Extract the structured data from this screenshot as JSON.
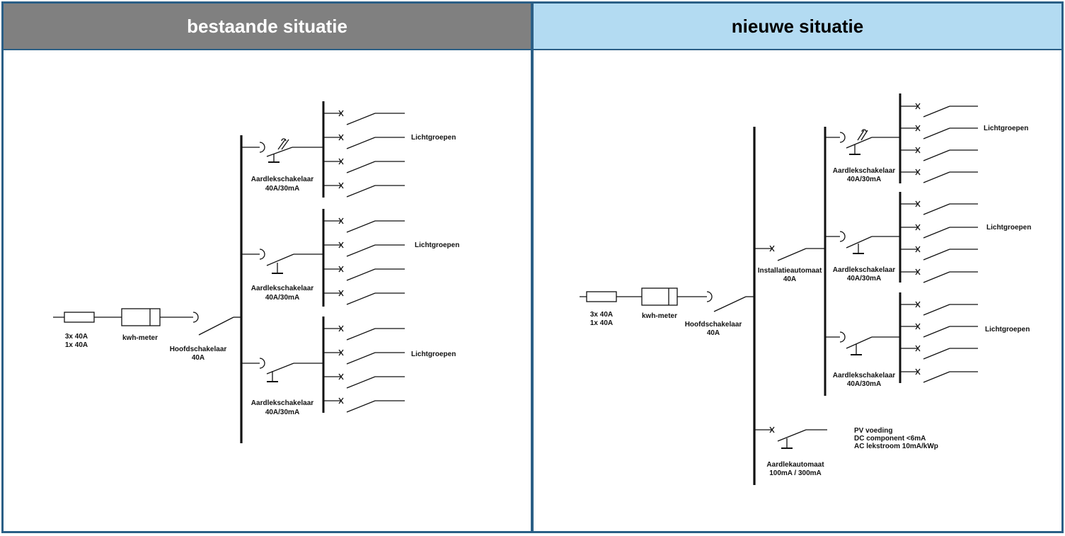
{
  "left": {
    "title": "bestaande situatie",
    "fuse_label_1": "3x 40A",
    "fuse_label_2": "1x 40A",
    "meter_label": "kwh-meter",
    "main_switch_label_1": "Hoofdschakelaar",
    "main_switch_label_2": "40A",
    "groups": [
      {
        "rcd_label_1": "Aardlekschakelaar",
        "rcd_label_2": "40A/30mA",
        "circuits_label": "Lichtgroepen"
      },
      {
        "rcd_label_1": "Aardlekschakelaar",
        "rcd_label_2": "40A/30mA",
        "circuits_label": "Lichtgroepen"
      },
      {
        "rcd_label_1": "Aardlekschakelaar",
        "rcd_label_2": "40A/30mA",
        "circuits_label": "Lichtgroepen"
      }
    ]
  },
  "right": {
    "title": "nieuwe situatie",
    "fuse_label_1": "3x 40A",
    "fuse_label_2": "1x 40A",
    "meter_label": "kwh-meter",
    "main_switch_label_1": "Hoofdschakelaar",
    "main_switch_label_2": "40A",
    "installation_breaker_label_1": "Installatieautomaat",
    "installation_breaker_label_2": "40A",
    "groups": [
      {
        "rcd_label_1": "Aardlekschakelaar",
        "rcd_label_2": "40A/30mA",
        "circuits_label": "Lichtgroepen"
      },
      {
        "rcd_label_1": "Aardlekschakelaar",
        "rcd_label_2": "40A/30mA",
        "circuits_label": "Lichtgroepen"
      },
      {
        "rcd_label_1": "Aardlekschakelaar",
        "rcd_label_2": "40A/30mA",
        "circuits_label": "Lichtgroepen"
      }
    ],
    "rcbo_label_1": "Aardlekautomaat",
    "rcbo_label_2": "100mA / 300mA",
    "pv_line_1": "PV voeding",
    "pv_line_2": "DC component <6mA",
    "pv_line_3": "AC lekstroom 10mA/kWp"
  }
}
